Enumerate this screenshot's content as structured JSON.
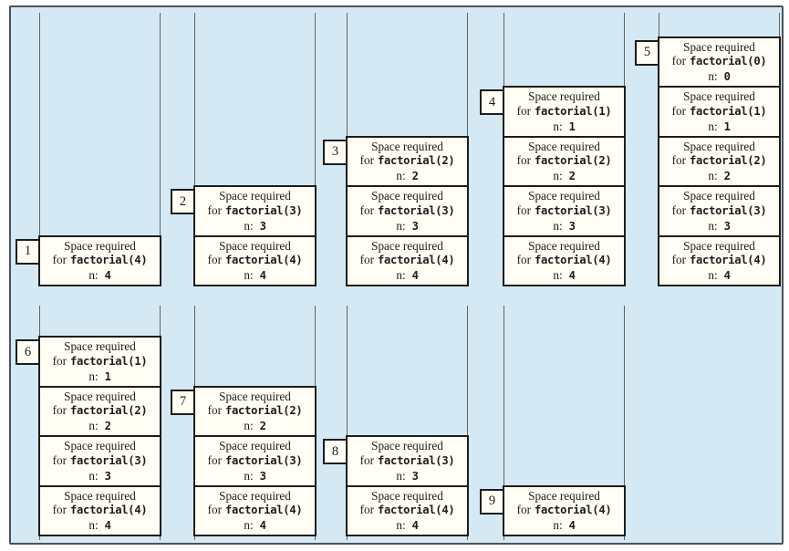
{
  "colors": {
    "page_bg": "#ffffff",
    "panel_bg": "#d4e9f4",
    "panel_border": "#4c5257",
    "channel_line": "#5d6569",
    "frame_bg": "#fffdf4",
    "frame_border": "#1d1d1b",
    "text": "#1c1c1c"
  },
  "labels": {
    "line1": "Space required",
    "for_prefix": "for",
    "n_prefix": "n:"
  },
  "stacks": [
    {
      "label": "1",
      "row": "top",
      "col": 0,
      "frames": [
        {
          "fn": "factorial(4)",
          "n": "4"
        }
      ]
    },
    {
      "label": "2",
      "row": "top",
      "col": 1,
      "frames": [
        {
          "fn": "factorial(3)",
          "n": "3"
        },
        {
          "fn": "factorial(4)",
          "n": "4"
        }
      ]
    },
    {
      "label": "3",
      "row": "top",
      "col": 2,
      "frames": [
        {
          "fn": "factorial(2)",
          "n": "2"
        },
        {
          "fn": "factorial(3)",
          "n": "3"
        },
        {
          "fn": "factorial(4)",
          "n": "4"
        }
      ]
    },
    {
      "label": "4",
      "row": "top",
      "col": 3,
      "frames": [
        {
          "fn": "factorial(1)",
          "n": "1"
        },
        {
          "fn": "factorial(2)",
          "n": "2"
        },
        {
          "fn": "factorial(3)",
          "n": "3"
        },
        {
          "fn": "factorial(4)",
          "n": "4"
        }
      ]
    },
    {
      "label": "5",
      "row": "top",
      "col": 4,
      "frames": [
        {
          "fn": "factorial(0)",
          "n": "0"
        },
        {
          "fn": "factorial(1)",
          "n": "1"
        },
        {
          "fn": "factorial(2)",
          "n": "2"
        },
        {
          "fn": "factorial(3)",
          "n": "3"
        },
        {
          "fn": "factorial(4)",
          "n": "4"
        }
      ]
    },
    {
      "label": "6",
      "row": "bottom",
      "col": 0,
      "frames": [
        {
          "fn": "factorial(1)",
          "n": "1"
        },
        {
          "fn": "factorial(2)",
          "n": "2"
        },
        {
          "fn": "factorial(3)",
          "n": "3"
        },
        {
          "fn": "factorial(4)",
          "n": "4"
        }
      ]
    },
    {
      "label": "7",
      "row": "bottom",
      "col": 1,
      "frames": [
        {
          "fn": "factorial(2)",
          "n": "2"
        },
        {
          "fn": "factorial(3)",
          "n": "3"
        },
        {
          "fn": "factorial(4)",
          "n": "4"
        }
      ]
    },
    {
      "label": "8",
      "row": "bottom",
      "col": 2,
      "frames": [
        {
          "fn": "factorial(3)",
          "n": "3"
        },
        {
          "fn": "factorial(4)",
          "n": "4"
        }
      ]
    },
    {
      "label": "9",
      "row": "bottom",
      "col": 3,
      "frames": [
        {
          "fn": "factorial(4)",
          "n": "4"
        }
      ]
    }
  ]
}
